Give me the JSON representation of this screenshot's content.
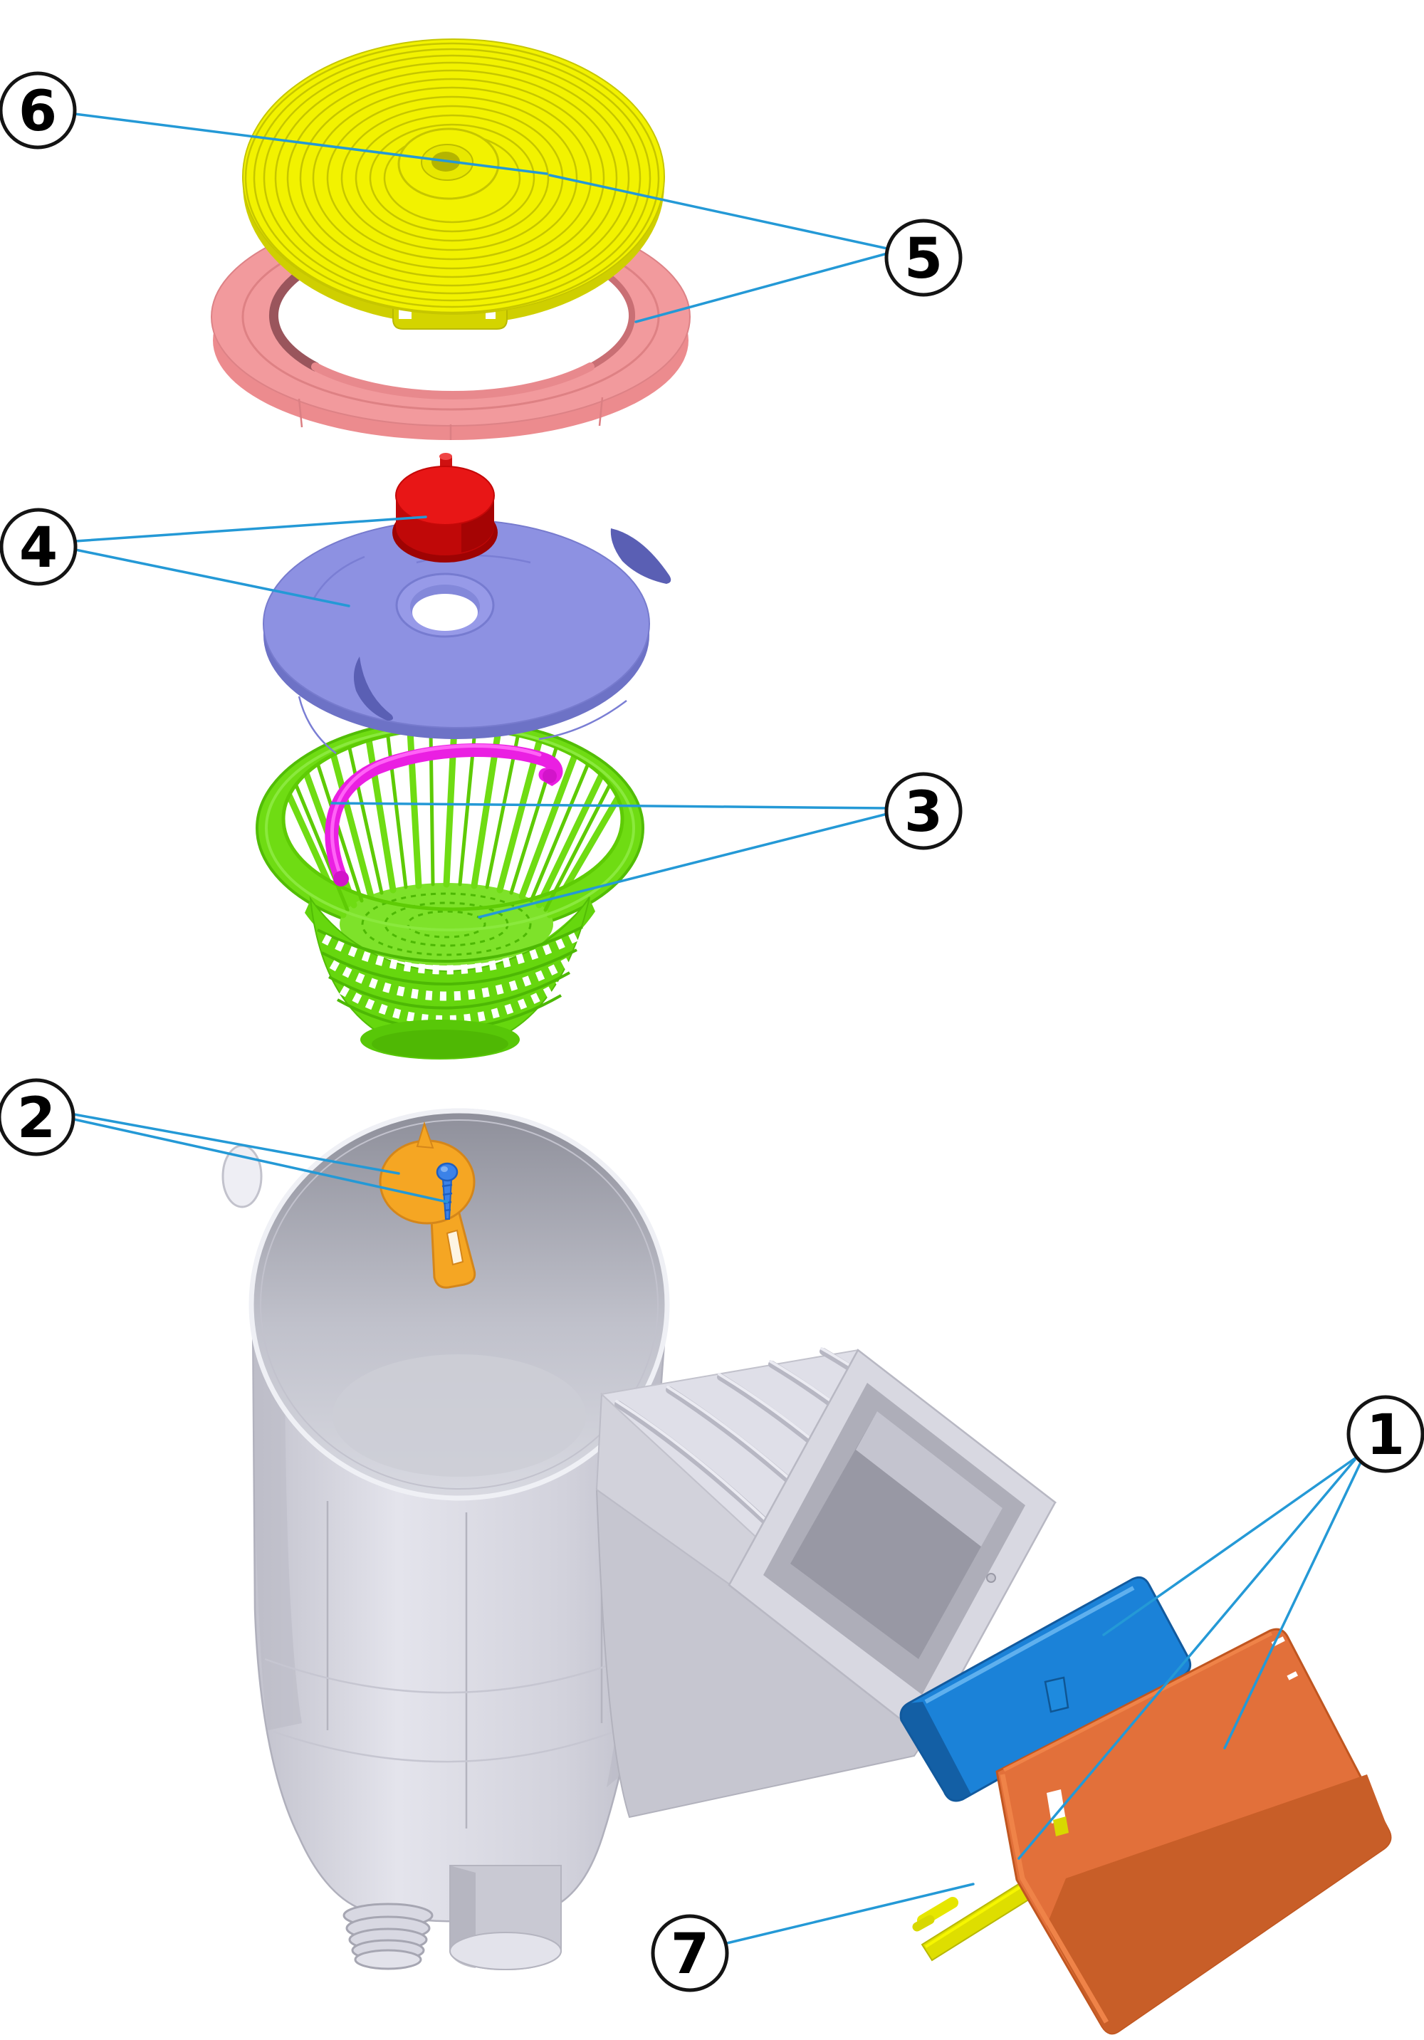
{
  "diagram": {
    "background_color": "#ffffff",
    "leader_color": "#2499d6",
    "callouts": [
      {
        "label": "6"
      },
      {
        "label": "5"
      },
      {
        "label": "4"
      },
      {
        "label": "3"
      },
      {
        "label": "2"
      },
      {
        "label": "1"
      },
      {
        "label": "7"
      }
    ],
    "colors": {
      "lid_yellow": "#f2f200",
      "lid_yellow_side": "#cfcf00",
      "ring_pink": "#f29a9d",
      "ring_pink_side": "#ec8b8e",
      "knob_red": "#e81616",
      "knob_red_side": "#c00808",
      "plate_purple": "#8d91e2",
      "plate_purple_side": "#6d72c6",
      "basket_green": "#6fdc13",
      "basket_green_dark": "#4db804",
      "handle_magenta": "#ea1fe2",
      "body_grey": "#d9d9e2",
      "keyplate_orange": "#f5a623",
      "screw_blue": "#3b82e8",
      "flap_blue": "#1b82d8",
      "cover_orange": "#e2703a",
      "cover_orange_shade": "#c85e28",
      "key_yellow": "#dede00",
      "callout_fill": "#ffffff",
      "callout_stroke": "#141414"
    }
  }
}
